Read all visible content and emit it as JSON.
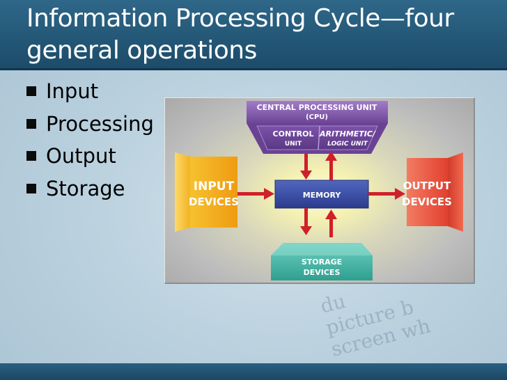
{
  "slide": {
    "title": "Information Processing Cycle—four general operations",
    "bullets": [
      "Input",
      "Processing",
      "Output",
      "Storage"
    ]
  },
  "diagram": {
    "cpu_title": "CENTRAL PROCESSING UNIT",
    "cpu_abbr": "(CPU)",
    "control_line1": "CONTROL",
    "control_line2": "UNIT",
    "alu_line1": "ARITHMETIC/",
    "alu_line2": "LOGIC UNIT",
    "memory": "MEMORY",
    "input_line1": "INPUT",
    "input_line2": "DEVICES",
    "output_line1": "OUTPUT",
    "output_line2": "DEVICES",
    "storage_line1": "STORAGE",
    "storage_line2": "DEVICES"
  },
  "colors": {
    "title_bar": "#245877",
    "cpu_purple": "#8c63b8",
    "memory_blue": "#3b4fa6",
    "input_yellow": "#f2b31c",
    "output_red": "#ee5548",
    "storage_teal": "#3bb3a3",
    "arrow_red": "#d0202a"
  },
  "icons": [
    "square-bullet-icon",
    "arrow-icon"
  ]
}
